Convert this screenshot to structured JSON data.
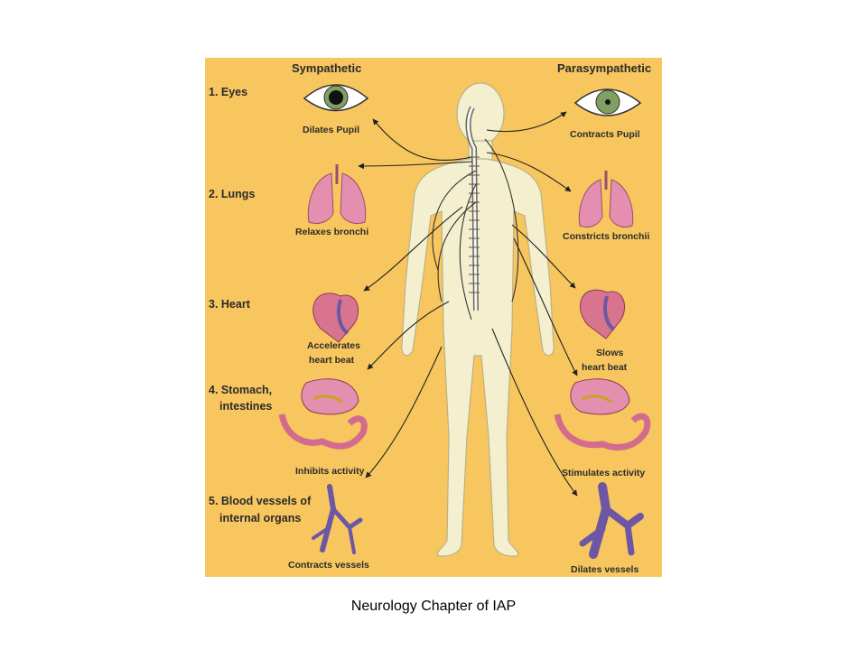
{
  "headers": {
    "sympathetic": "Sympathetic",
    "parasympathetic": "Parasympathetic"
  },
  "organs": [
    {
      "label": "1. Eyes",
      "sympathetic": "Dilates Pupil",
      "parasympathetic": "Contracts Pupil"
    },
    {
      "label": "2. Lungs",
      "sympathetic": "Relaxes bronchi",
      "parasympathetic": "Constricts bronchii"
    },
    {
      "label": "3. Heart",
      "sympathetic_lines": [
        "Accelerates",
        "heart beat"
      ],
      "parasympathetic_lines": [
        "Slows",
        "heart beat"
      ]
    },
    {
      "label_lines": [
        "4. Stomach,",
        "intestines"
      ],
      "sympathetic": "Inhibits activity",
      "parasympathetic": "Stimulates activity"
    },
    {
      "label_lines": [
        "5. Blood vessels of",
        "internal organs"
      ],
      "sympathetic": "Contracts vessels",
      "parasympathetic": "Dilates vessels"
    }
  ],
  "caption": "Neurology Chapter of IAP",
  "colors": {
    "background": "#f7c65e",
    "body": "#f4f0cf",
    "organ": "#e58fb0",
    "vessel": "#6d57a5",
    "eye_iris": "#7f9f63"
  }
}
